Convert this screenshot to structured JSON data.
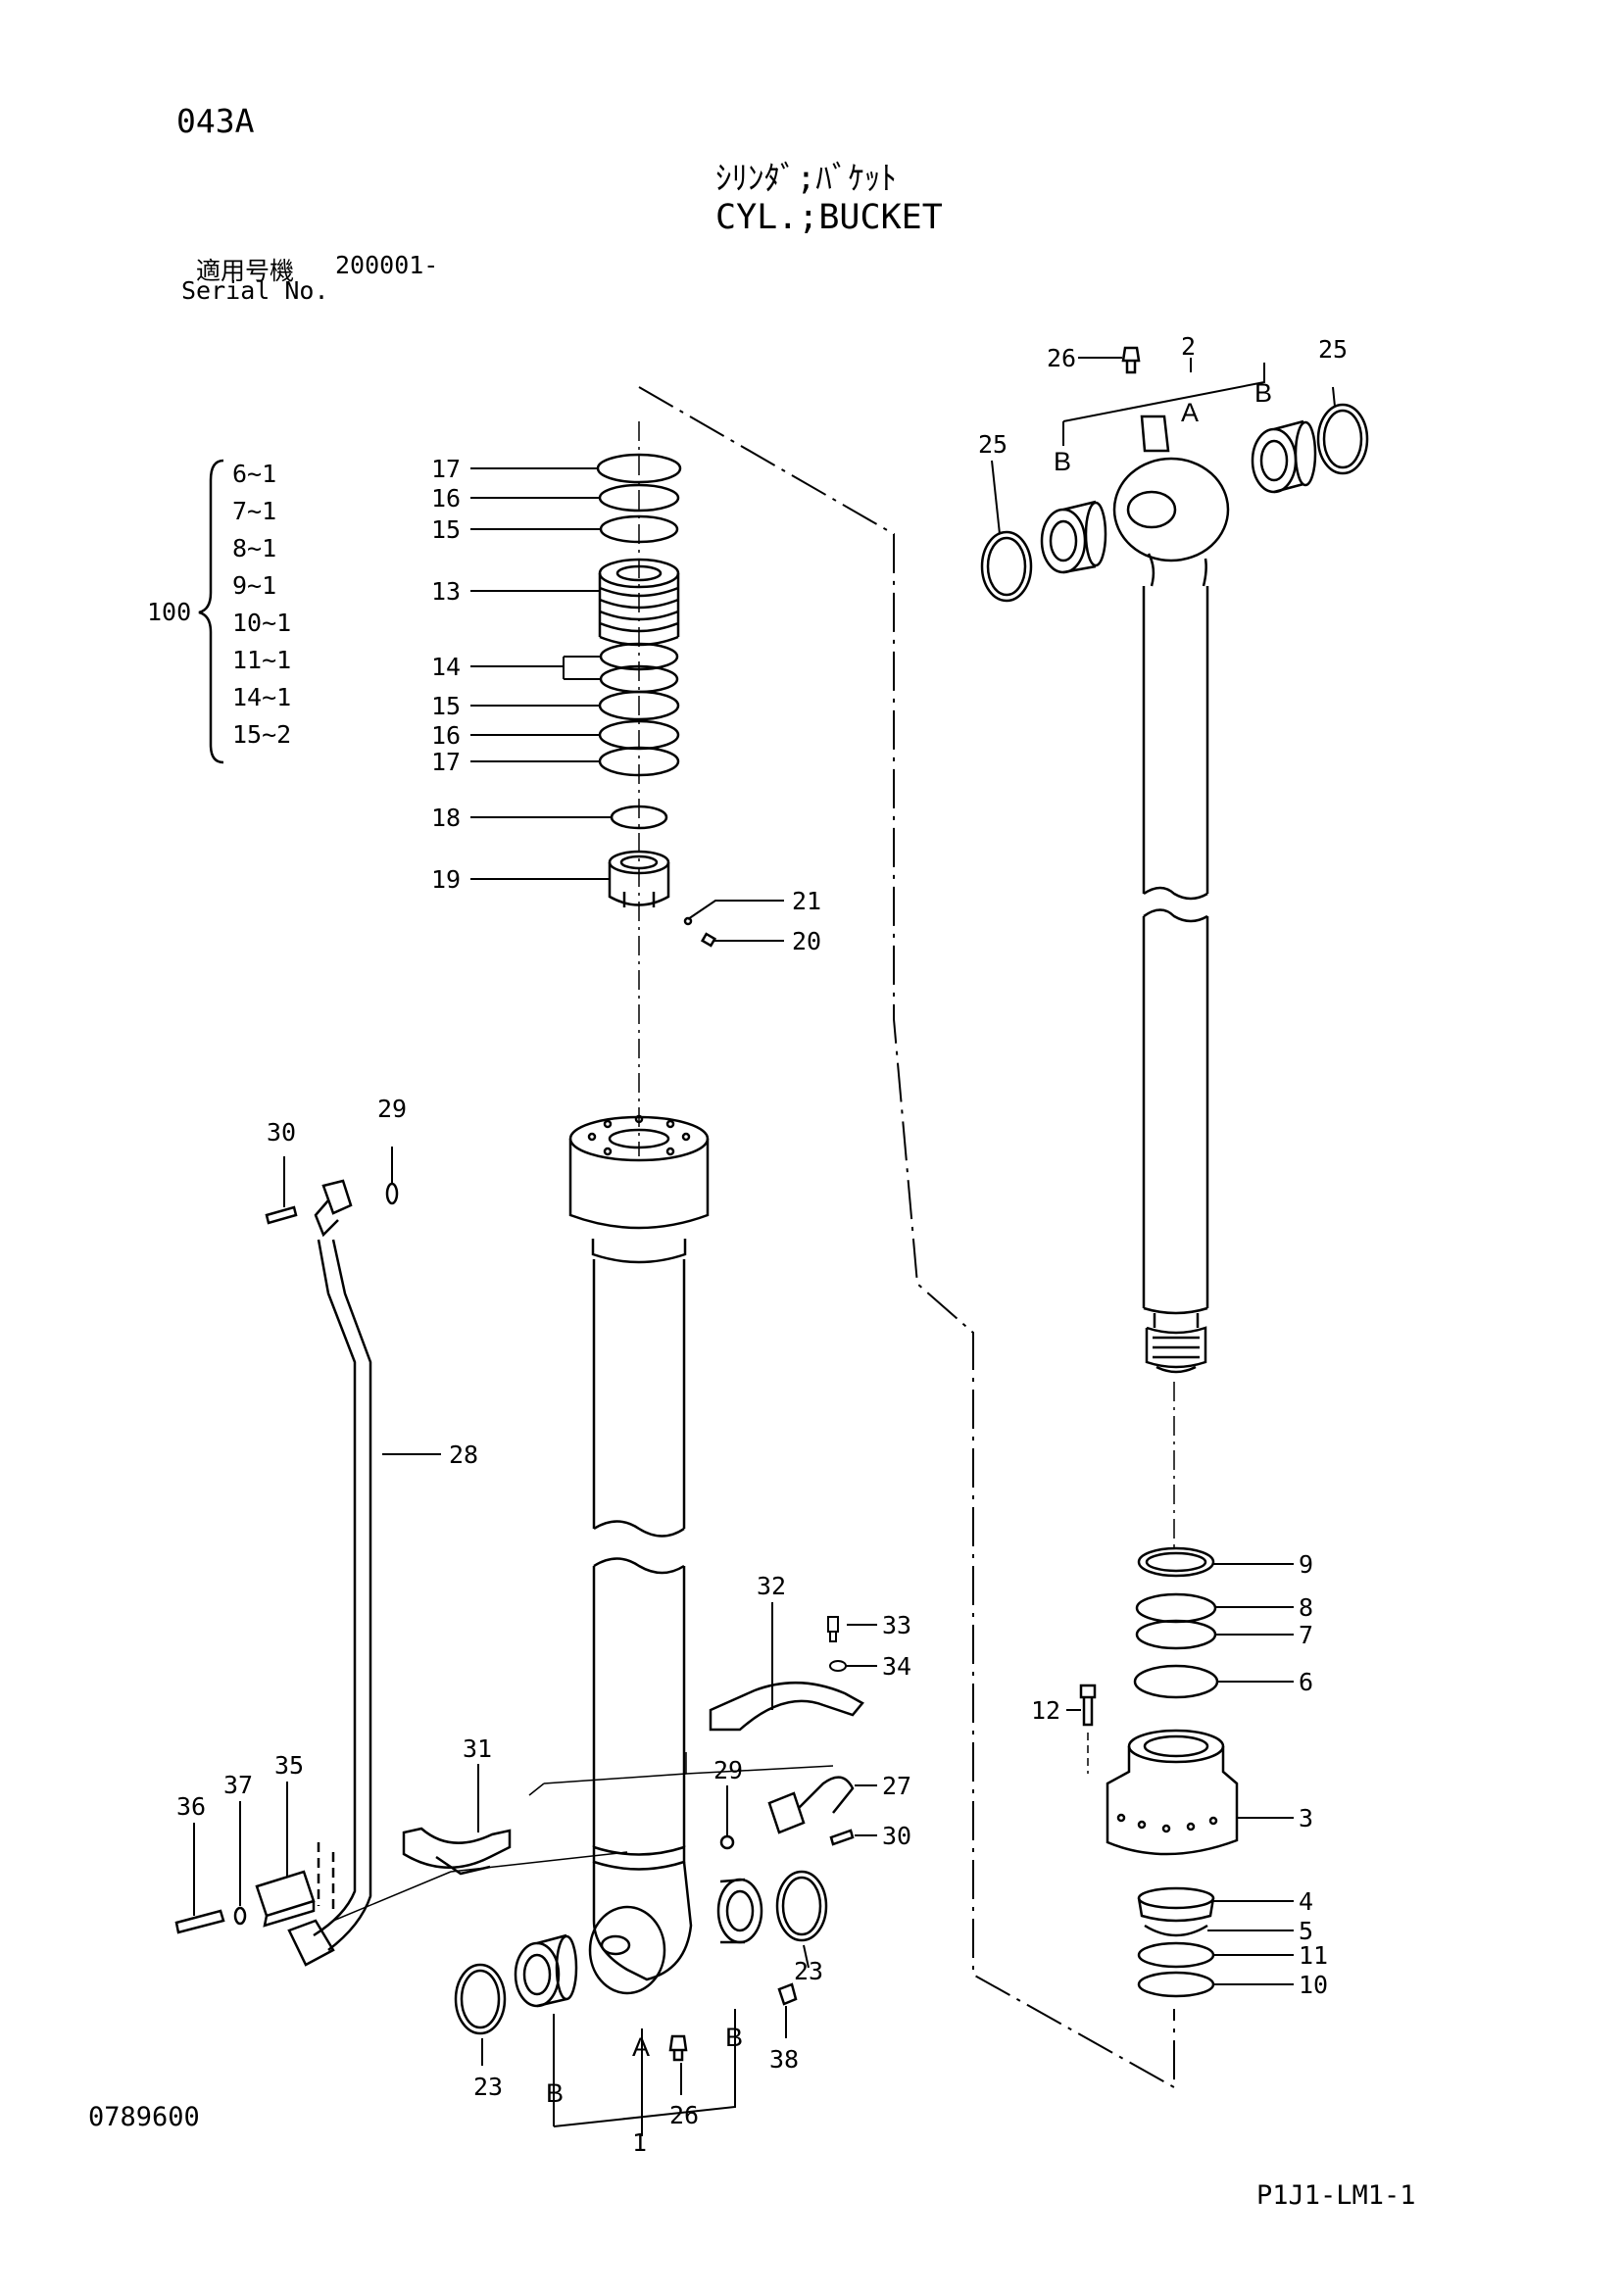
{
  "header": {
    "page_code": "043A",
    "title_jp": "ｼﾘﾝﾀﾞ;ﾊﾞｹｯﾄ",
    "title_en": "CYL.;BUCKET",
    "serial_label_jp": "適用号機",
    "serial_value": "200001-",
    "serial_label_en": "Serial No."
  },
  "kit": {
    "number": "100",
    "items": [
      "6~1",
      "7~1",
      "8~1",
      "9~1",
      "10~1",
      "11~1",
      "14~1",
      "15~2"
    ]
  },
  "callouts": {
    "c17a": "17",
    "c16a": "16",
    "c15a": "15",
    "c13": "13",
    "c14": "14",
    "c15b": "15",
    "c16b": "16",
    "c17b": "17",
    "c18": "18",
    "c19": "19",
    "c21": "21",
    "c20": "20",
    "c26t": "26",
    "c2": "2",
    "c25l": "25",
    "c25r": "25",
    "c30t": "30",
    "c29t": "29",
    "c28": "28",
    "c9": "9",
    "c8": "8",
    "c7": "7",
    "c6": "6",
    "c12": "12",
    "c3": "3",
    "c4": "4",
    "c5": "5",
    "c11": "11",
    "c10": "10",
    "c32": "32",
    "c33": "33",
    "c34": "34",
    "c31": "31",
    "c29b": "29",
    "c27": "27",
    "c30b": "30",
    "c36": "36",
    "c37": "37",
    "c35": "35",
    "c23l": "23",
    "c23r": "23",
    "c26b": "26",
    "c38": "38",
    "c1": "1"
  },
  "letters": {
    "a": "A",
    "b": "B"
  },
  "footer": {
    "drawing_no": "0789600",
    "page_ref": "P1J1-LM1-1"
  }
}
